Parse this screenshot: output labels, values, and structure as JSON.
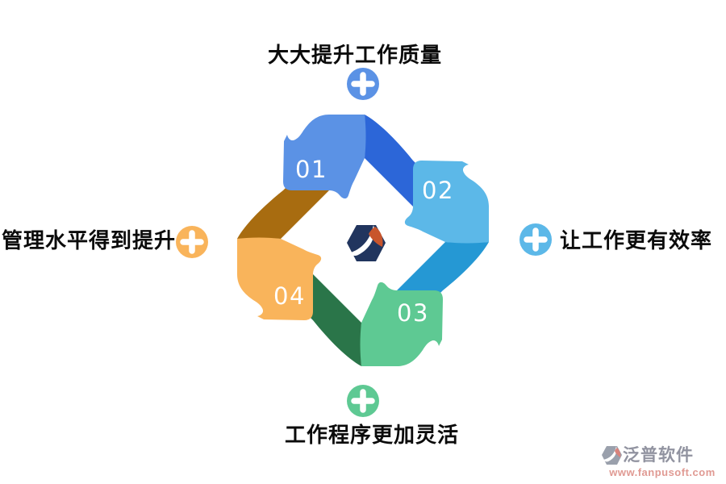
{
  "steps": [
    {
      "number": "01",
      "label": "大大提升工作质量",
      "color": "#5b92e5",
      "dark_color": "#2c66d8"
    },
    {
      "number": "02",
      "label": "让工作更有效率",
      "color": "#5cb8e8",
      "dark_color": "#2598d4"
    },
    {
      "number": "03",
      "label": "工作程序更加灵活",
      "color": "#5ec993",
      "dark_color": "#2a7549"
    },
    {
      "number": "04",
      "label": "管理水平得到提升",
      "color": "#f9b45b",
      "dark_color": "#a86c10"
    }
  ],
  "icons": {
    "plus_icon": "+",
    "center_logo": "fanpu-hexagon-logo"
  },
  "center_logo_colors": {
    "navy": "#21355e",
    "orange": "#c8552c"
  },
  "watermark": {
    "brand": "泛普软件",
    "url": "www.fanpusoft.com",
    "brand_color": "#9193a0",
    "url_color": "#e09a93"
  }
}
